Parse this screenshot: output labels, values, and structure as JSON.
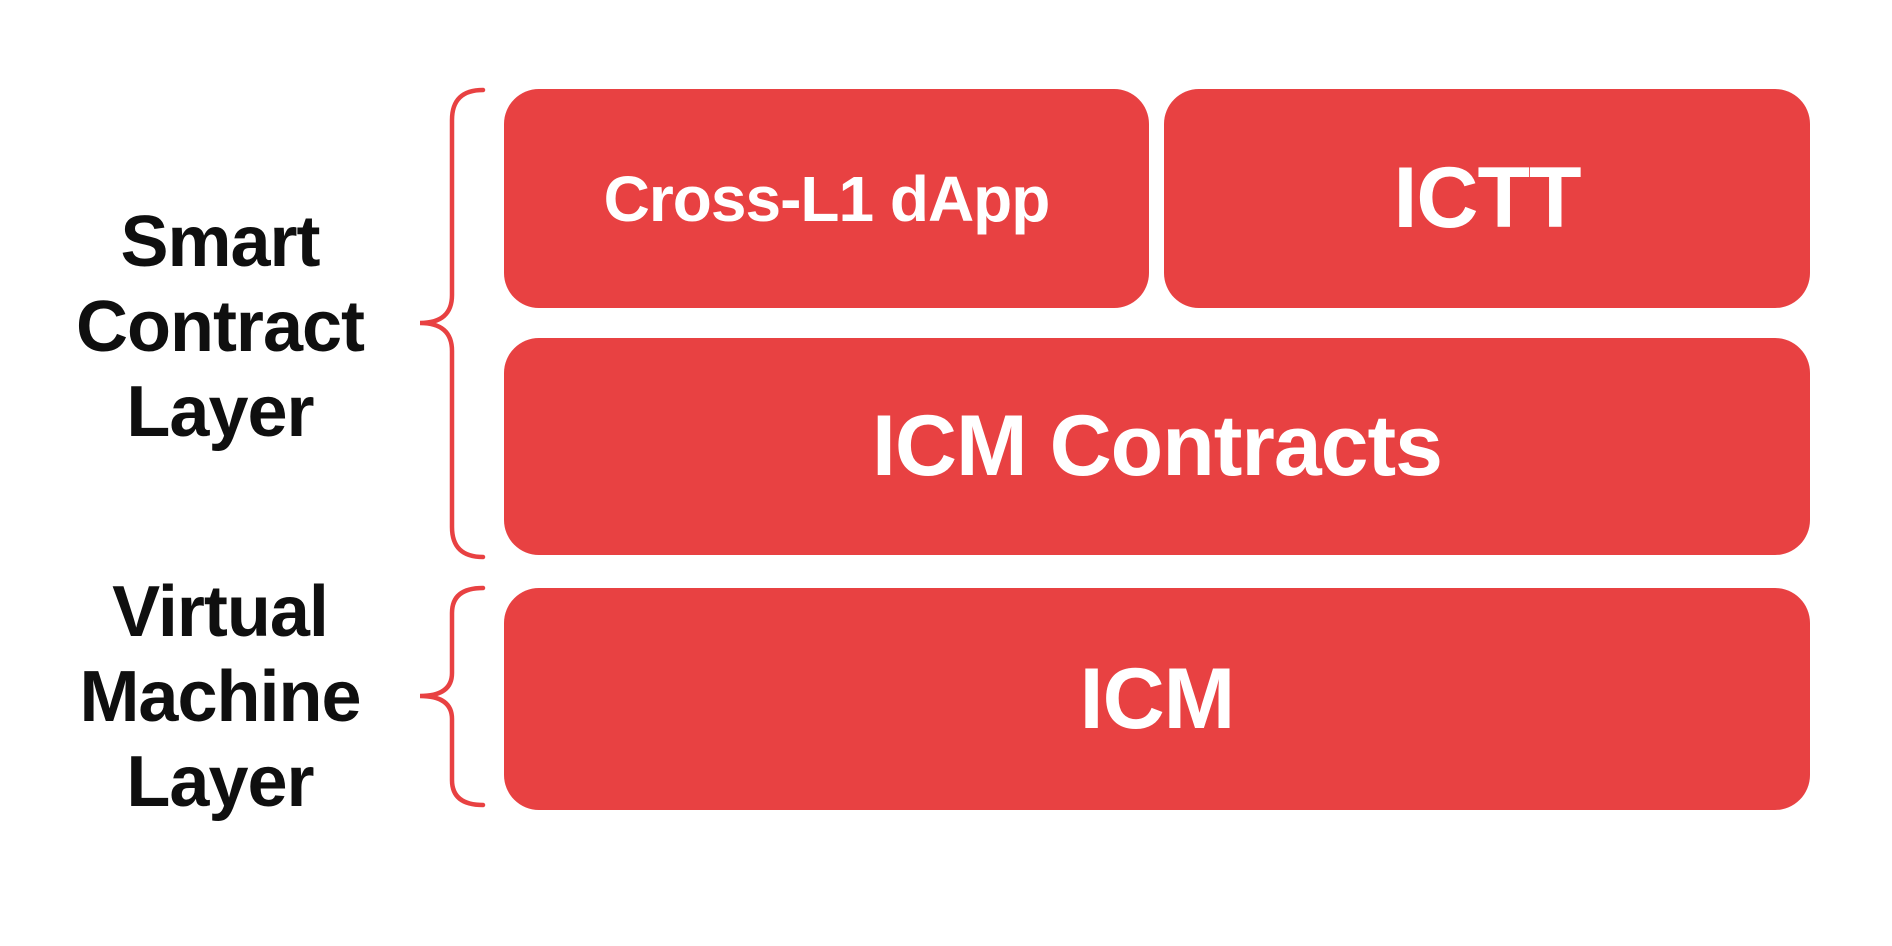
{
  "colors": {
    "background": "#FFFFFF",
    "box_fill": "#E84142",
    "box_text": "#FFFFFF",
    "brace_stroke": "#E84142",
    "label_text": "#0F0F0F"
  },
  "groups": [
    {
      "name": "smart-contract-layer",
      "label_lines": [
        "Smart",
        "Contract",
        "Layer"
      ],
      "boxes": [
        {
          "label": "Cross-L1 dApp"
        },
        {
          "label": "ICTT"
        },
        {
          "label": "ICM Contracts"
        }
      ]
    },
    {
      "name": "virtual-machine-layer",
      "label_lines": [
        "Virtual",
        "Machine",
        "Layer"
      ],
      "boxes": [
        {
          "label": "ICM"
        }
      ]
    }
  ]
}
